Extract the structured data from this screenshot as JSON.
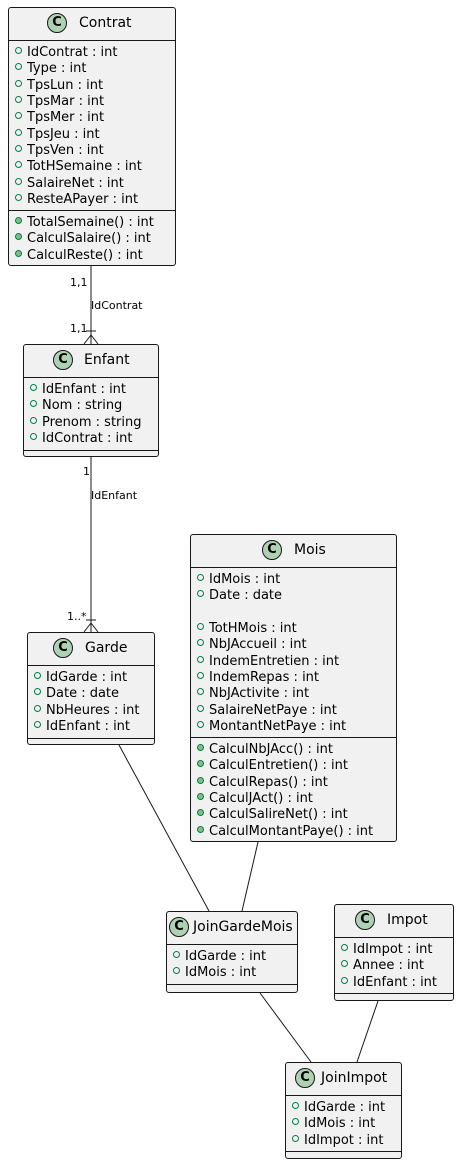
{
  "classes": {
    "contrat": {
      "badge": "C",
      "name": "Contrat",
      "attributes": [
        "IdContrat : int",
        "Type : int",
        "TpsLun : int",
        "TpsMar : int",
        "TpsMer : int",
        "TpsJeu : int",
        "TpsVen : int",
        "TotHSemaine : int",
        "SalaireNet : int",
        "ResteAPayer : int"
      ],
      "methods": [
        "TotalSemaine() : int",
        "CalculSalaire() : int",
        "CalculReste() : int"
      ]
    },
    "enfant": {
      "badge": "C",
      "name": "Enfant",
      "attributes": [
        "IdEnfant : int",
        "Nom : string",
        "Prenom : string",
        "IdContrat : int"
      ],
      "methods": []
    },
    "garde": {
      "badge": "C",
      "name": "Garde",
      "attributes": [
        "IdGarde : int",
        "Date : date",
        "NbHeures : int",
        "IdEnfant : int"
      ],
      "methods": []
    },
    "mois": {
      "badge": "C",
      "name": "Mois",
      "attributes": [
        "IdMois : int",
        "Date : date",
        "",
        "TotHMois : int",
        "NbJAccueil : int",
        "IndemEntretien : int",
        "IndemRepas : int",
        "NbJActivite : int",
        "SalaireNetPaye : int",
        "MontantNetPaye : int"
      ],
      "methods": [
        "CalculNbJAcc() : int",
        "CalculEntretien() : int",
        "CalculRepas() : int",
        "CalculJAct() : int",
        "CalculSalireNet() : int",
        "CalculMontantPaye() : int"
      ]
    },
    "joingardemois": {
      "badge": "C",
      "name": "JoinGardeMois",
      "attributes": [
        "IdGarde : int",
        "IdMois : int"
      ],
      "methods": []
    },
    "impot": {
      "badge": "C",
      "name": "Impot",
      "attributes": [
        "IdImpot : int",
        "Annee : int",
        "IdEnfant : int"
      ],
      "methods": []
    },
    "joinimpot": {
      "badge": "C",
      "name": "JoinImpot",
      "attributes": [
        "IdGarde : int",
        "IdMois : int",
        "IdImpot : int"
      ],
      "methods": []
    }
  },
  "relations": {
    "contrat_enfant": {
      "label": "IdContrat",
      "source_mult": "1,1",
      "target_mult": "1,1"
    },
    "enfant_garde": {
      "label": "IdEnfant",
      "source_mult": "1",
      "target_mult": "1..*"
    }
  }
}
